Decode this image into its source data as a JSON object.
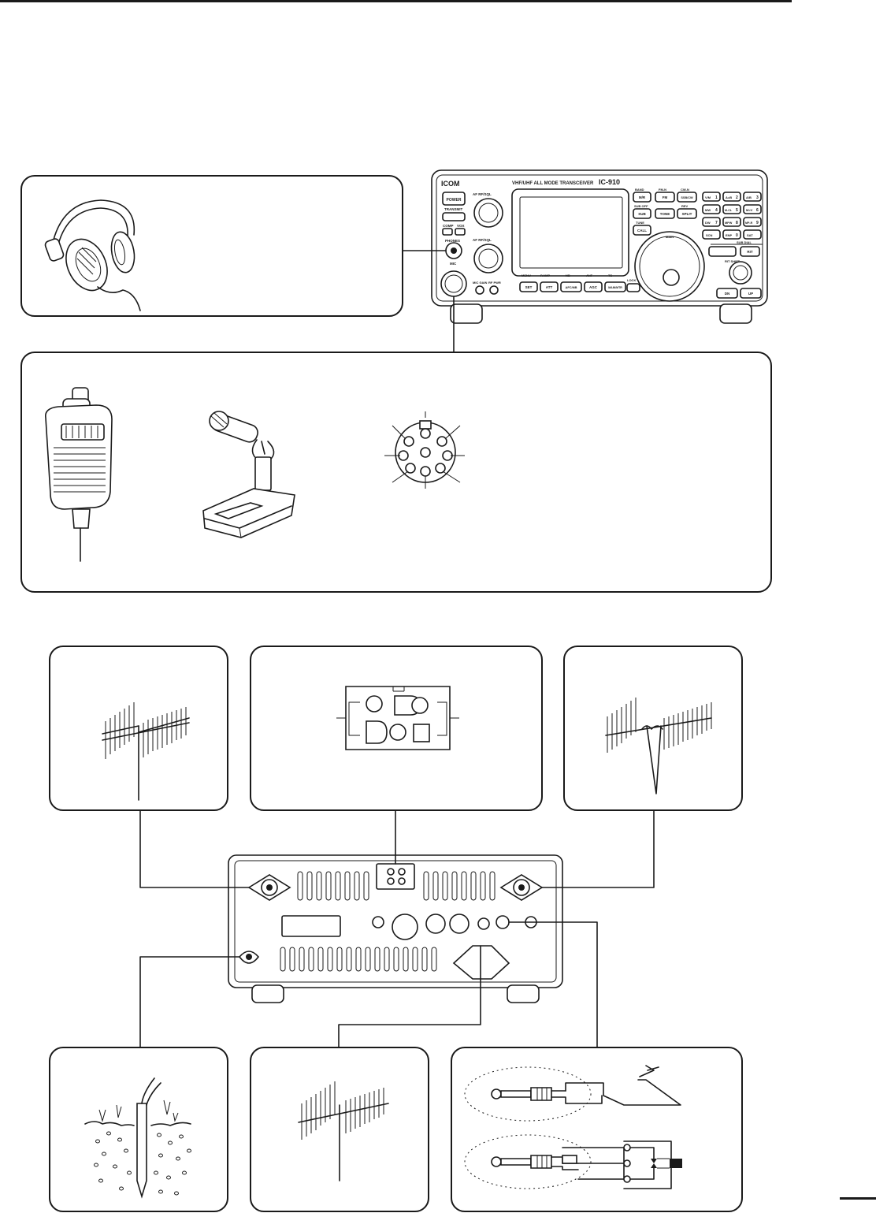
{
  "transceiver": {
    "brand": "ICOM",
    "band_title": "VHF/UHF ALL MODE TRANSCEIVER",
    "model": "IC-910",
    "buttons": {
      "power": "POWER",
      "transmit": "TRANSMIT",
      "comp": "COMP",
      "vox": "VOX",
      "phones": "PHONES",
      "mic": "MIC",
      "af_rfsql_1": "AF RF/SQL",
      "af_rfsql_2": "AF RF/SQL",
      "mic_gain": "MIC GAIN",
      "rf_pwr": "RF PWR",
      "menu": "MENU",
      "p_amp": "P.AMP",
      "nb": "NB",
      "anf": "ANF",
      "ts": "TS",
      "set": "SET",
      "att": "ATT",
      "afc_nb": "AFC/NB",
      "agc": "AGC",
      "main_mtr": "MAIN/MTR",
      "lock": "LOCK",
      "band": "BAND",
      "mr": "M/R",
      "sub_off": "SUB OFF",
      "sub": "SUB",
      "tune": "TUNE",
      "call": "CALL",
      "fm_n": "FM-N",
      "fm": "FM",
      "cw_n": "CW-N",
      "ssb_cw": "SSB/CW",
      "rev": "REV",
      "tone": "TONE",
      "split": "SPLIT",
      "key_vm": "V/M",
      "key_ab": "A=B",
      "key_adb": "A/B",
      "key_mw": "MW",
      "key_mcl": "M-CL",
      "key_mv": "M>V",
      "key_dw": "DW",
      "key_mpw": "MPW",
      "key_mpr": "MP-R",
      "key_scn": "SCN",
      "key_enp": "ENP",
      "key_sat": "SAT",
      "sub_dial": "SUB DIAL",
      "rit": "RIT",
      "rit_shift": "RIT SHIFT",
      "dn": "DN",
      "up": "UP",
      "dial_label": "MAIN",
      "key_1": "1",
      "key_2": "2",
      "key_3": "3",
      "key_4": "4",
      "key_5": "5",
      "key_6": "6",
      "key_7": "7",
      "key_8": "8",
      "key_9": "9",
      "key_0": "0"
    }
  }
}
